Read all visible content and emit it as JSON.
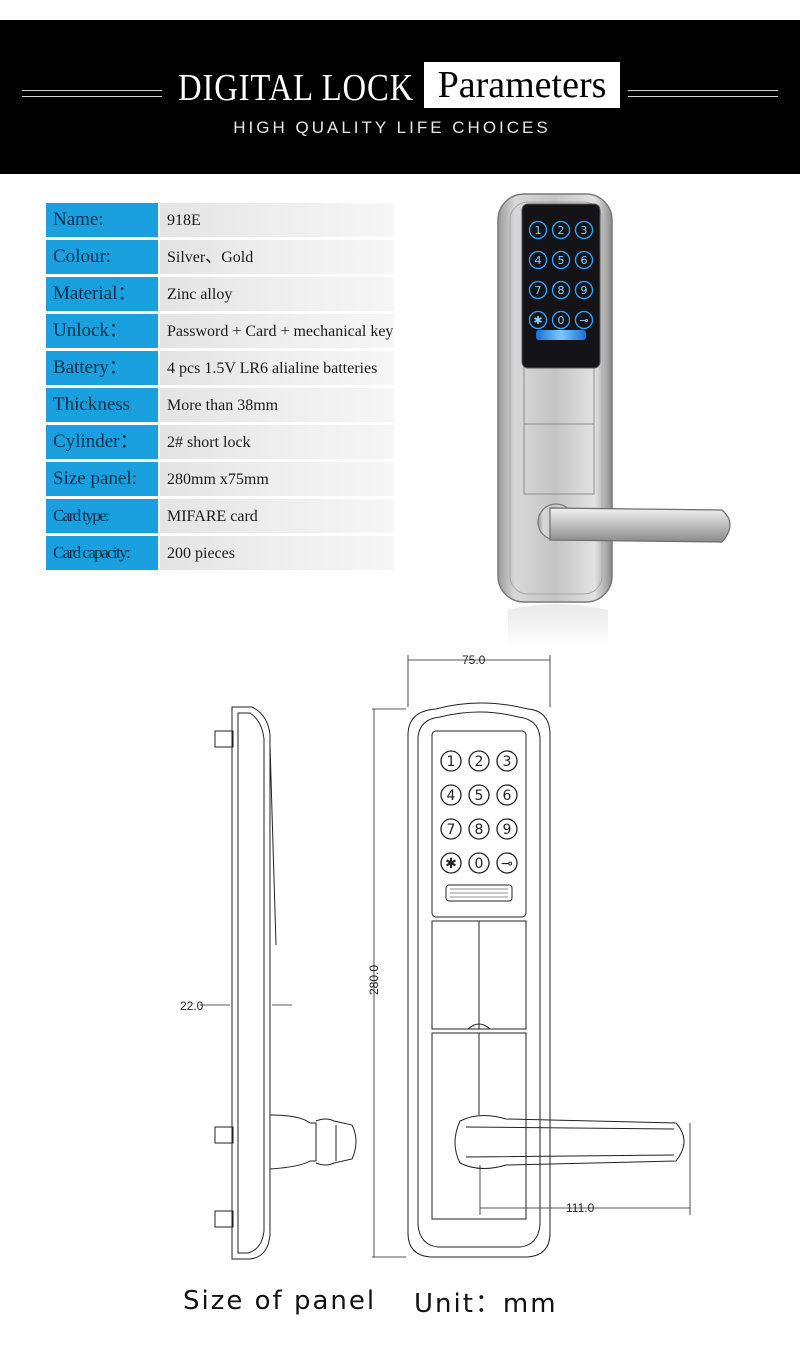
{
  "header": {
    "title_left": "DIGITAL LOCK",
    "title_right": "Parameters",
    "subtitle": "HIGH QUALITY LIFE CHOICES"
  },
  "specs": [
    {
      "label": "Name:",
      "value": "918E"
    },
    {
      "label": "Colour:",
      "value": "Silver、Gold"
    },
    {
      "label": "Material：",
      "value": "Zinc alloy"
    },
    {
      "label": "Unlock：",
      "value": "Password + Card + mechanical key"
    },
    {
      "label": "Battery：",
      "value": "4 pcs 1.5V LR6 alialine batteries"
    },
    {
      "label": "Thickness",
      "value": "More than 38mm"
    },
    {
      "label": "Cylinder：",
      "value": "2# short lock"
    },
    {
      "label": "Size panel:",
      "value": "280mm x75mm"
    },
    {
      "label": "Card type:",
      "value": "MIFARE card"
    },
    {
      "label": "Card capacity:",
      "value": "200 pieces"
    }
  ],
  "keypad_keys": [
    "1",
    "2",
    "3",
    "4",
    "5",
    "6",
    "7",
    "8",
    "9",
    "✱",
    "0",
    "⊸"
  ],
  "dimensions": {
    "width": "75.0",
    "height": "280.0",
    "thickness": "22.0",
    "handle": "111.0"
  },
  "captions": {
    "left": "Size of panel",
    "right": "Unit：mm"
  },
  "colors": {
    "banner_bg": "#000000",
    "label_bg": "#1aa0de",
    "value_bg": "#ececec",
    "keypad_glow": "#2fa8ff"
  }
}
